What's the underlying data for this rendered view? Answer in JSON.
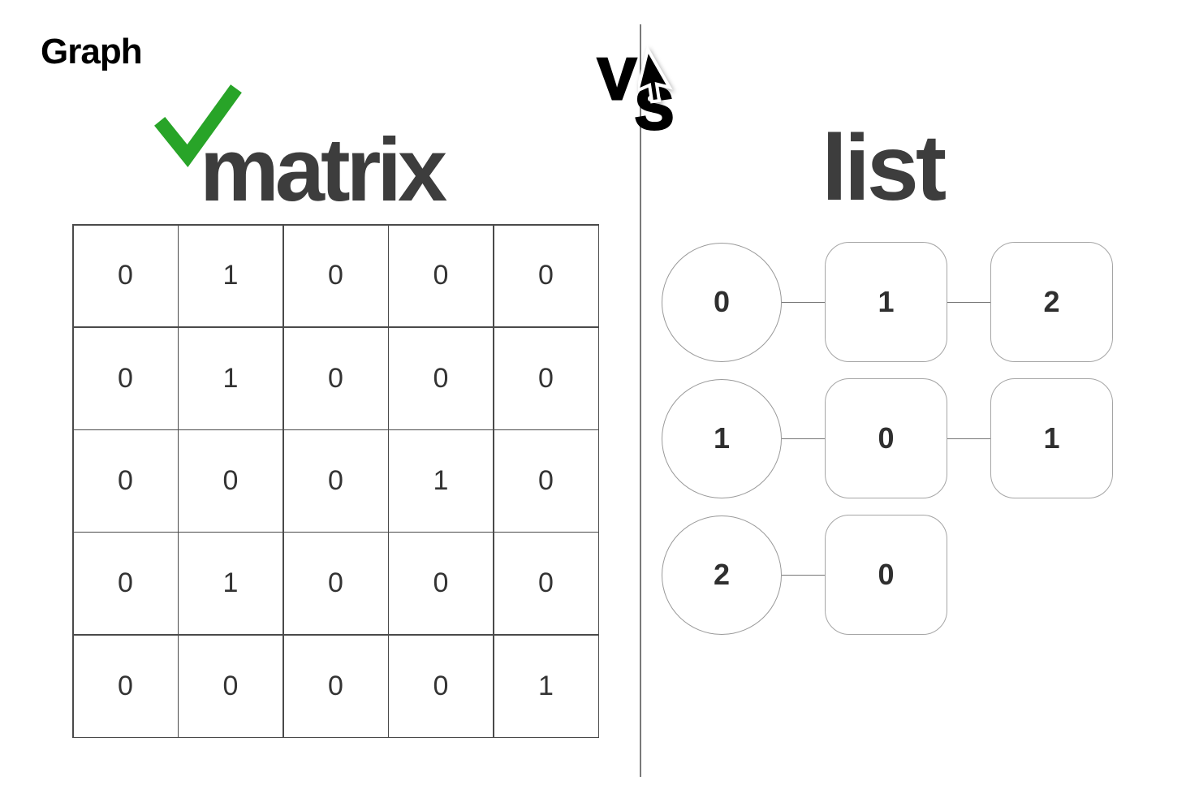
{
  "page": {
    "title_left": "Graph",
    "left_heading": "matrix",
    "right_heading": "list",
    "vs": {
      "v": "V",
      "s": "S"
    }
  },
  "colors": {
    "background": "#ffffff",
    "heading_gray": "#3d3d3d",
    "text_black": "#000000",
    "check_green": "#28a428",
    "table_border": "#4a4a4a",
    "cell_text": "#333333",
    "node_border": "#9a9a9a",
    "divider_gray": "#7a7a7a"
  },
  "icons": {
    "checkmark": "check-icon",
    "cursor": "mouse-cursor-icon"
  },
  "matrix": {
    "rows": [
      [
        0,
        1,
        0,
        0,
        0
      ],
      [
        0,
        1,
        0,
        0,
        0
      ],
      [
        0,
        0,
        0,
        1,
        0
      ],
      [
        0,
        1,
        0,
        0,
        0
      ],
      [
        0,
        0,
        0,
        0,
        1
      ]
    ]
  },
  "adjacency_list": {
    "rows": [
      {
        "node": "0",
        "neighbors": [
          "1",
          "2"
        ]
      },
      {
        "node": "1",
        "neighbors": [
          "0",
          "1"
        ]
      },
      {
        "node": "2",
        "neighbors": [
          "0"
        ]
      }
    ]
  }
}
